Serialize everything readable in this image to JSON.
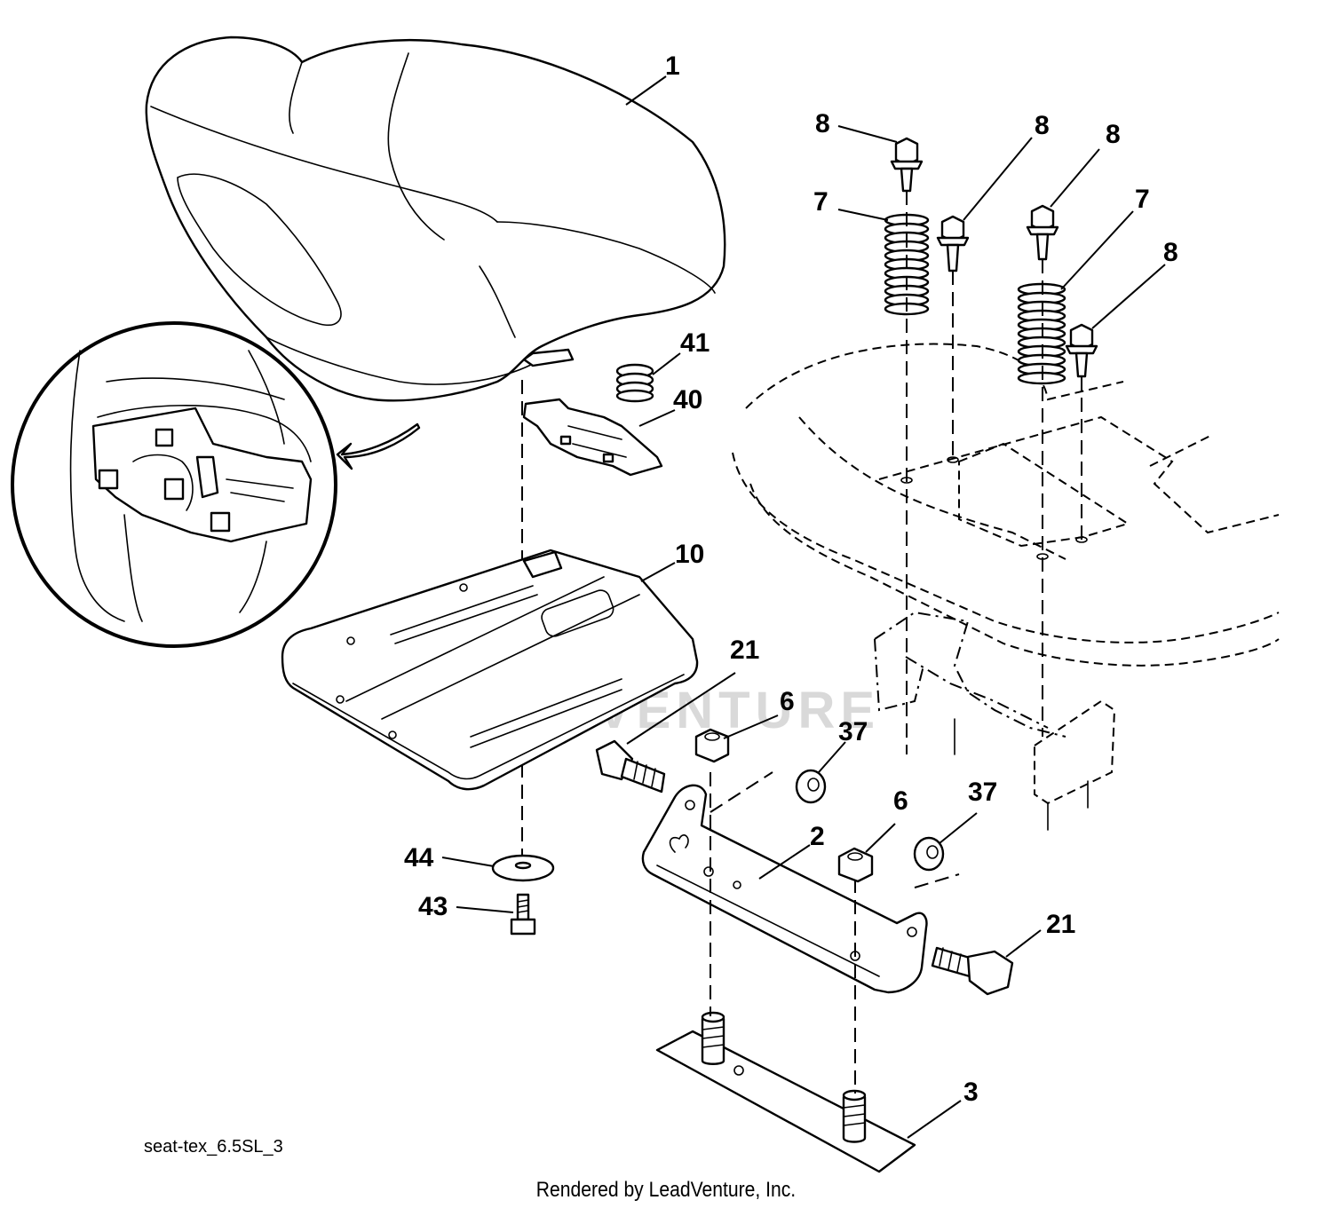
{
  "diagram": {
    "code": "seat-tex_6.5SL_3",
    "footer": "Rendered by LeadVenture, Inc.",
    "watermark": "LEADVENTURE",
    "callouts": [
      {
        "id": "c1",
        "label": "1"
      },
      {
        "id": "c8a",
        "label": "8"
      },
      {
        "id": "c8b",
        "label": "8"
      },
      {
        "id": "c8c",
        "label": "8"
      },
      {
        "id": "c8d",
        "label": "8"
      },
      {
        "id": "c7a",
        "label": "7"
      },
      {
        "id": "c7b",
        "label": "7"
      },
      {
        "id": "c41",
        "label": "41"
      },
      {
        "id": "c40",
        "label": "40"
      },
      {
        "id": "c10",
        "label": "10"
      },
      {
        "id": "c21a",
        "label": "21"
      },
      {
        "id": "c6a",
        "label": "6"
      },
      {
        "id": "c37a",
        "label": "37"
      },
      {
        "id": "c6b",
        "label": "6"
      },
      {
        "id": "c37b",
        "label": "37"
      },
      {
        "id": "c2",
        "label": "2"
      },
      {
        "id": "c44",
        "label": "44"
      },
      {
        "id": "c43",
        "label": "43"
      },
      {
        "id": "c21b",
        "label": "21"
      },
      {
        "id": "c3",
        "label": "3"
      }
    ]
  }
}
